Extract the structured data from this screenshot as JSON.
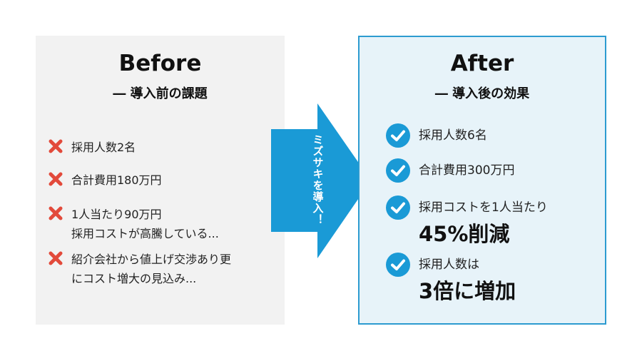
{
  "before": {
    "title": "Before",
    "subtitle": "― 導入前の課題",
    "items": [
      {
        "lines": "採用人数2名"
      },
      {
        "lines": "合計費用180万円"
      },
      {
        "lines": "1人当たり90万円\n採用コストが高騰している..."
      },
      {
        "lines": "紹介会社から値上げ交渉あり更\nにコスト増大の見込み..."
      }
    ]
  },
  "arrow": {
    "label": "ミズサキを導入！",
    "color": "#1a9ad6"
  },
  "after": {
    "title": "After",
    "subtitle": "― 導入後の効果",
    "items": [
      {
        "text": "採用人数6名",
        "big": ""
      },
      {
        "text": "合計費用300万円",
        "big": ""
      },
      {
        "text": "採用コストを1人当たり",
        "big": "45%削減"
      },
      {
        "text": "採用人数は",
        "big": "3倍に増加"
      }
    ]
  },
  "colors": {
    "x_red": "#e24a3b",
    "check_blue": "#1a9ad6",
    "after_border": "#2c9bd0",
    "after_bg": "#e7f3f9",
    "before_bg": "#f2f2f2"
  }
}
